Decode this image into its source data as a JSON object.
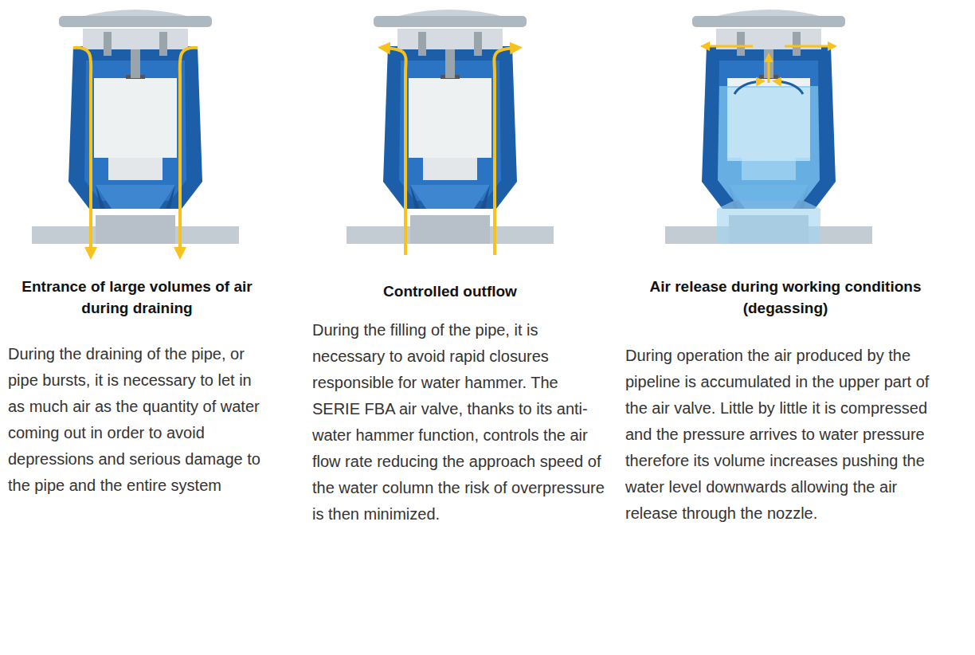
{
  "diagram": {
    "labels": [
      "Entrance of large volumes of air during draining",
      "During the draining of the pipe, or pipe bursts, it is necessary to let in as much air as the quantity of water coming out in order to avoid depressions and serious damage to the pipe and the entire system",
      "Controlled outflow",
      "During the filling of the pipe, it is necessary to avoid rapid closures responsible for water hammer. The SERIE FBA air valve, thanks to its anti-water hammer function, controls the air flow rate reducing the approach speed of the water column the risk of overpressure is then minimized.",
      "Air release during working conditions (degassing)",
      "During operation the air produced by the pipeline is accumulated in the upper part of the air valve. Little by little it is compressed and the pressure arrives to water pressure therefore its volume increases pushing the water level downwards allowing the air release through the nozzle."
    ]
  }
}
